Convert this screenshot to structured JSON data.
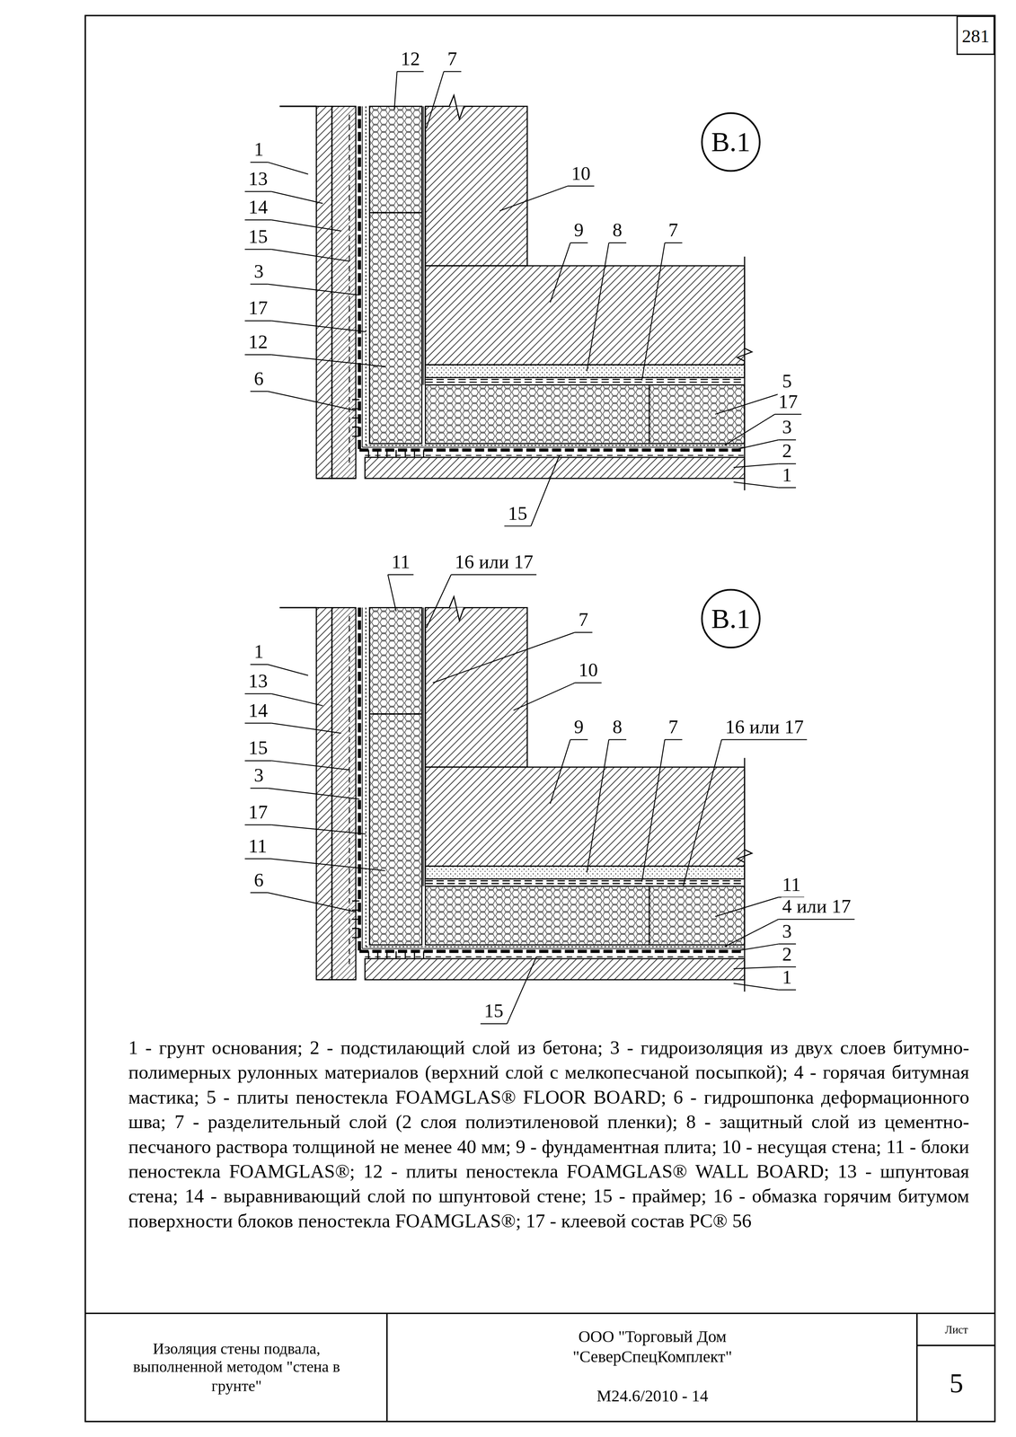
{
  "diagram": {
    "nodes": [
      {
        "text": [
          "281"
        ]
      },
      {
        "text": [
          "В.1"
        ]
      },
      {
        "text": [
          "В.1"
        ]
      }
    ],
    "labels": [
      "12",
      "7",
      "1",
      "13",
      "14",
      "15",
      "3",
      "17",
      "12",
      "6",
      "10",
      "9",
      "8",
      "7",
      "5",
      "17",
      "3",
      "2",
      "1",
      "15",
      "11",
      "16 или 17",
      "7",
      "10",
      "1",
      "13",
      "14",
      "15",
      "3",
      "17",
      "11",
      "6",
      "9",
      "8",
      "7",
      "16 или 17",
      "11",
      "4 или 17",
      "3",
      "2",
      "1",
      "15",
      "1 - грунт основания; 2 - подстилающий слой из бетона; 3 - гидроизоляция из двух слоев битумно-полимерных рулонных материалов (верхний слой с мелкопесчаной посыпкой); 4 - горячая битумная мастика; 5 - плиты пеностекла FOAMGLAS® FLOOR BOARD; 6 - гидрошпонка деформационного шва; 7 - разделительный слой (2 слоя полиэтиленовой пленки); 8 - защитный слой из цементно-песчаного раствора толщиной не менее 40 мм; 9 - фундаментная плита; 10 - несущая стена; 11 - блоки пеностекла FOAMGLAS®; 12 - плиты пеностекла FOAMGLAS® WALL BOARD; 13 - шпунтовая стена; 14 - выравнивающий слой по шпунтовой стене; 15 - праймер; 16 - обмазка горячим битумом поверхности блоков пеностекла FOAMGLAS®; 17 - клеевой состав PC® 56",
      "Изоляция стены подвала, выполненной методом \"стена в грунте\"",
      "ООО \"Торговый Дом \"СеверСпецКомплект\"",
      "М24.6/2010 - 14",
      "Лист",
      "5"
    ]
  }
}
